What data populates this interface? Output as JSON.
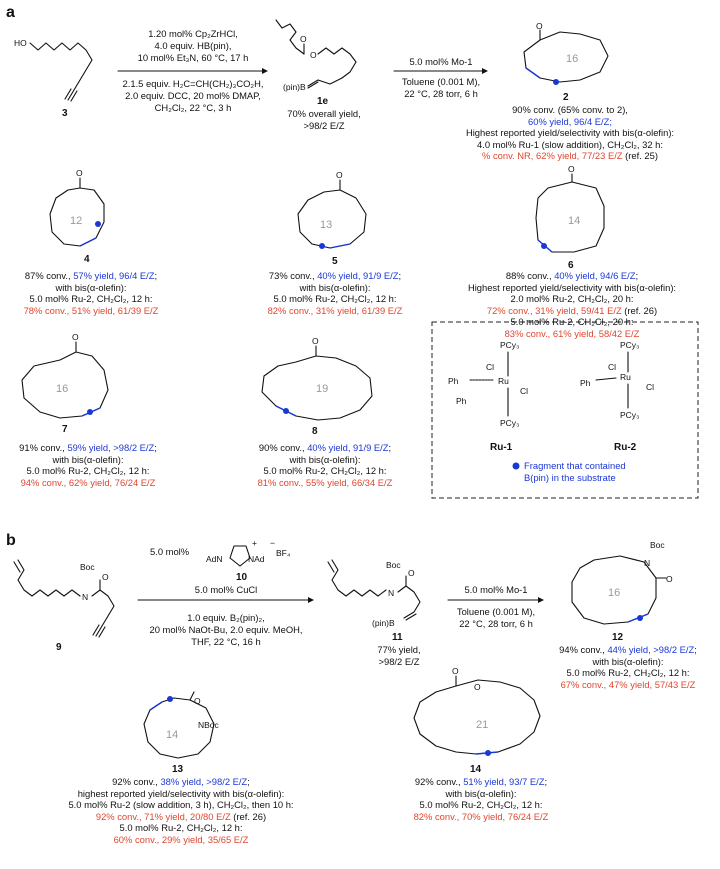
{
  "panels": {
    "a": "a",
    "b": "b"
  },
  "compounds": {
    "c3": "3",
    "c1e": "1e",
    "c2": "2",
    "c4": "4",
    "c5": "5",
    "c6": "6",
    "c7": "7",
    "c8": "8",
    "c9": "9",
    "c10": "10",
    "c11": "11",
    "c12": "12",
    "c13": "13",
    "c14": "14",
    "ru1": "Ru-1",
    "ru2": "Ru-2"
  },
  "ring_sizes": {
    "r2": "16",
    "r4": "12",
    "r5": "13",
    "r6": "14",
    "r7": "16",
    "r8": "19",
    "r12": "16",
    "r13": "14",
    "r14": "21"
  },
  "structure_labels": {
    "ho": "HO",
    "o": "O",
    "bpin": "(pin)B",
    "boc": "Boc",
    "n": "N",
    "nboc": "NBoc",
    "pcy3": "PCy₃",
    "cl": "Cl",
    "ru": "Ru",
    "ph": "Ph",
    "adn": "AdN",
    "nad": "NAd",
    "bf4": "BF₄",
    "plus": "+",
    "minus": "−"
  },
  "rxn_a1_top": [
    "1.20 mol% Cp₂ZrHCl,",
    "4.0 equiv. HB(pin),",
    "10 mol% Et₃N, 60 °C, 17 h"
  ],
  "rxn_a1_bottom": [
    "2.1.5 equiv. H₂C=CH(CH₂)₃CO₂H,",
    "2.0 equiv. DCC, 20 mol% DMAP,",
    "CH₂Cl₂, 22 °C, 3 h"
  ],
  "result_1e": [
    "70% overall yield,",
    ">98/2 E/Z"
  ],
  "rxn_a2_top": "5.0 mol% Mo-1",
  "rxn_a2_bottom": [
    "Toluene (0.001 M),",
    "22 °C, 28 torr, 6 h"
  ],
  "result_2": [
    "90% conv. (65% conv. to 2),",
    "60% yield, 96/4 E/Z;",
    "Highest reported yield/selectivity with bis(α-olefin):",
    "4.0 mol% Ru-1 (slow addition), CH₂Cl₂, 32 h:",
    "% conv. NR, 62% yield, 77/23 E/Z",
    "(ref. 25)"
  ],
  "result_4": [
    "87% conv., ",
    "57% yield, 96/4 E/Z",
    ";",
    "with bis(α-olefin):",
    "5.0 mol% Ru-2, CH₂Cl₂, 12 h:",
    "78% conv., 51% yield, 61/39 E/Z"
  ],
  "result_5": [
    "73% conv., ",
    "40% yield, 91/9 E/Z",
    ";",
    "with bis(α-olefin):",
    "5.0 mol% Ru-2, CH₂Cl₂, 12 h:",
    "82% conv., 31% yield, 61/39 E/Z"
  ],
  "result_6": [
    "88% conv., ",
    "40% yield, 94/6 E/Z",
    ";",
    "Highest reported yield/selectivity with bis(α-olefin):",
    "2.0 mol% Ru-2, CH₂Cl₂, 20 h:",
    "72% conv., 31% yield, 59/41 E/Z",
    " (ref. 26)",
    "5.0 mol% Ru-2, CH₂Cl₂, 20 h:",
    "83% conv., 61% yield, 58/42 E/Z"
  ],
  "result_7": [
    "91% conv., ",
    "59% yield, >98/2 E/Z",
    ";",
    "with bis(α-olefin):",
    "5.0 mol% Ru-2, CH₂Cl₂, 12 h:",
    "94% conv., 62% yield, 76/24 E/Z"
  ],
  "result_8": [
    "90% conv., ",
    "40% yield, 91/9 E/Z",
    ";",
    "with bis(α-olefin):",
    "5.0 mol% Ru-2, CH₂Cl₂, 12 h:",
    "81% conv., 55% yield, 66/34 E/Z"
  ],
  "legend": [
    "Fragment that contained",
    "B(pin) in the substrate"
  ],
  "rxn_b1_catalyst": "5.0 mol%",
  "rxn_b1_cucl": "5.0 mol% CuCl",
  "rxn_b1_bottom": [
    "1.0 equiv. B₂(pin)₂,",
    "20 mol% NaOt-Bu, 2.0 equiv. MeOH,",
    "THF, 22 °C, 16 h"
  ],
  "result_11": [
    "77% yield,",
    ">98/2 E/Z"
  ],
  "rxn_b2_top": "5.0 mol% Mo-1",
  "rxn_b2_bottom": [
    "Toluene (0.001 M),",
    "22 °C, 28 torr, 6 h"
  ],
  "result_12": [
    "94% conv., ",
    "44% yield, >98/2 E/Z",
    ";",
    "with bis(α-olefin):",
    "5.0 mol% Ru-2, CH₂Cl₂, 12 h:",
    "67% conv., 47% yield, 57/43 E/Z"
  ],
  "result_13": [
    "92% conv., ",
    "38% yield, >98/2 E/Z",
    ";",
    "highest reported yield/selectivity with bis(α-olefin):",
    "5.0 mol% Ru-2 (slow addition, 3 h), CH₂Cl₂, then 10 h:",
    "92% conv., 71% yield, 20/80 E/Z",
    " (ref. 26)",
    "5.0 mol% Ru-2, CH₂Cl₂, 12 h:",
    "60% conv., 29% yield, 35/65 E/Z"
  ],
  "result_14": [
    "92% conv., ",
    "51% yield, 93/7 E/Z",
    ";",
    "with bis(α-olefin):",
    "5.0 mol% Ru-2, CH₂Cl₂, 12 h:",
    "82% conv., 70% yield, 76/24 E/Z"
  ],
  "colors": {
    "blue": "#1b37d6",
    "red": "#e0452e",
    "grey": "#9a9a9a"
  }
}
